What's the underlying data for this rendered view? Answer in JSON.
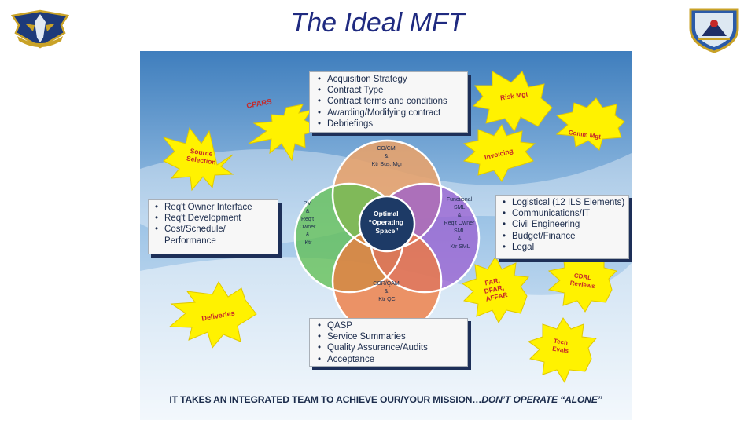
{
  "title": "The Ideal MFT",
  "boxes": {
    "top": [
      "Acquisition Strategy",
      "Contract Type",
      "Contract terms and conditions",
      "Awarding/Modifying contract",
      "Debriefings"
    ],
    "left": [
      "Req't Owner Interface",
      "Req't Development",
      "Cost/Schedule/",
      "Performance"
    ],
    "right": [
      "Logistical (12 ILS Elements)",
      "Communications/IT",
      "Civil Engineering",
      "Budget/Finance",
      "Legal"
    ],
    "bottom": [
      "QASP",
      "Service Summaries",
      "Quality Assurance/Audits",
      "Acceptance"
    ]
  },
  "circles": {
    "top": [
      "CO/CM",
      "&",
      "Ktr Bus. Mgr"
    ],
    "left": [
      "PM",
      "&",
      "Req't",
      "Owner",
      "&",
      "Ktr"
    ],
    "right": [
      "Functional",
      "SML",
      "&",
      "Req't Owner",
      "SML",
      "&",
      "Ktr SML"
    ],
    "bottom": [
      "COR/QAM",
      "&",
      "Ktr QC"
    ],
    "center": [
      "Optimal",
      "“Operating",
      "Space”"
    ]
  },
  "bursts": {
    "cpars": "CPARS",
    "source_selection": [
      "Source",
      "Selection"
    ],
    "deliveries": "Deliveries",
    "risk_mgt": "Risk Mgt",
    "comm_mgt": "Comm Mgt",
    "invoicing": "Invoicing",
    "far": [
      "FAR,",
      "DFAR,",
      "AFFAR"
    ],
    "cdrl": [
      "CDRL",
      "Reviews"
    ],
    "tech_evals": [
      "Tech",
      "Evals"
    ]
  },
  "banner": {
    "main": "IT TAKES AN INTEGRATED TEAM TO ACHIEVE OUR/YOUR MISSION…",
    "emphasis": "DON’T OPERATE “ALONE”"
  },
  "colors": {
    "title": "#1f2a80",
    "circle_top": "#e8a26a",
    "circle_left": "#5fbf4f",
    "circle_right": "#9a5ed0",
    "circle_bottom": "#f07a3e",
    "center": "#1d3a66",
    "burst": "#fff200",
    "burst_text": "#c62828"
  }
}
